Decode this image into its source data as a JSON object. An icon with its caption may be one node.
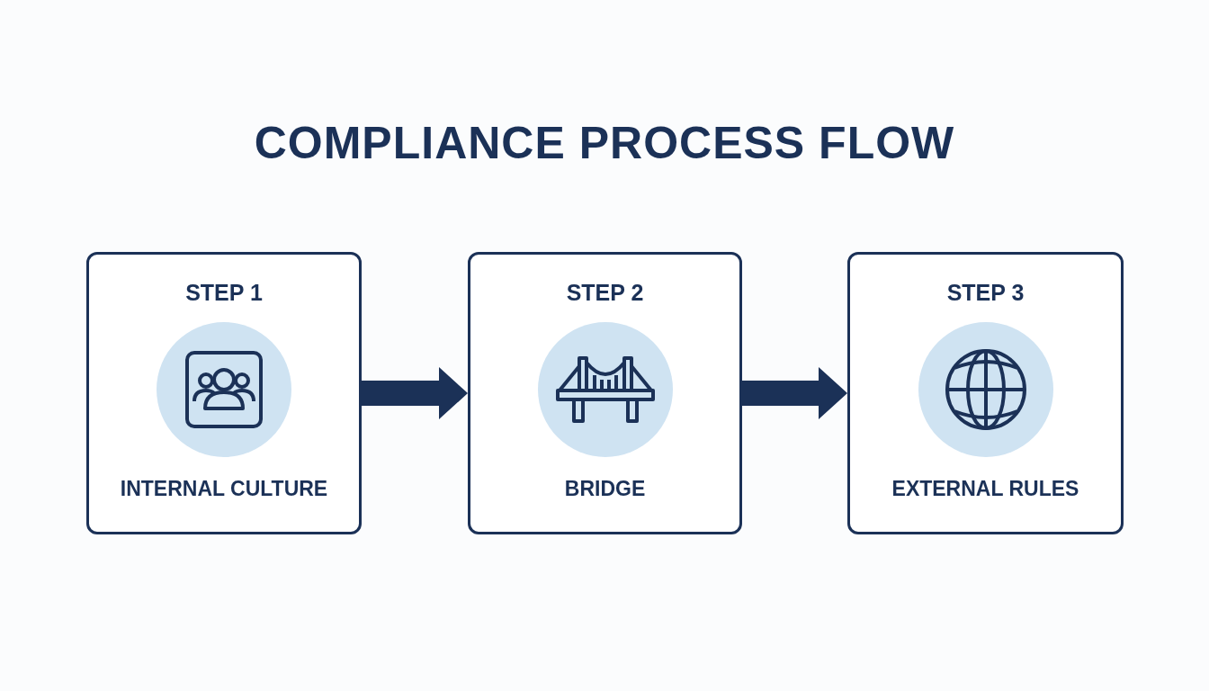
{
  "diagram": {
    "title": "COMPLIANCE PROCESS FLOW",
    "nodes": [
      {
        "text": [
          "STEP 1",
          "INTERNAL CULTURE"
        ]
      },
      {
        "text": [
          "STEP 2",
          "BRIDGE"
        ]
      },
      {
        "text": [
          "STEP 3",
          "EXTERNAL RULES"
        ]
      }
    ],
    "edges": [
      {
        "from": 0,
        "to": 1,
        "arrow": "to",
        "style": "thick"
      },
      {
        "from": 1,
        "to": 2,
        "arrow": "to",
        "style": "thick"
      }
    ]
  }
}
